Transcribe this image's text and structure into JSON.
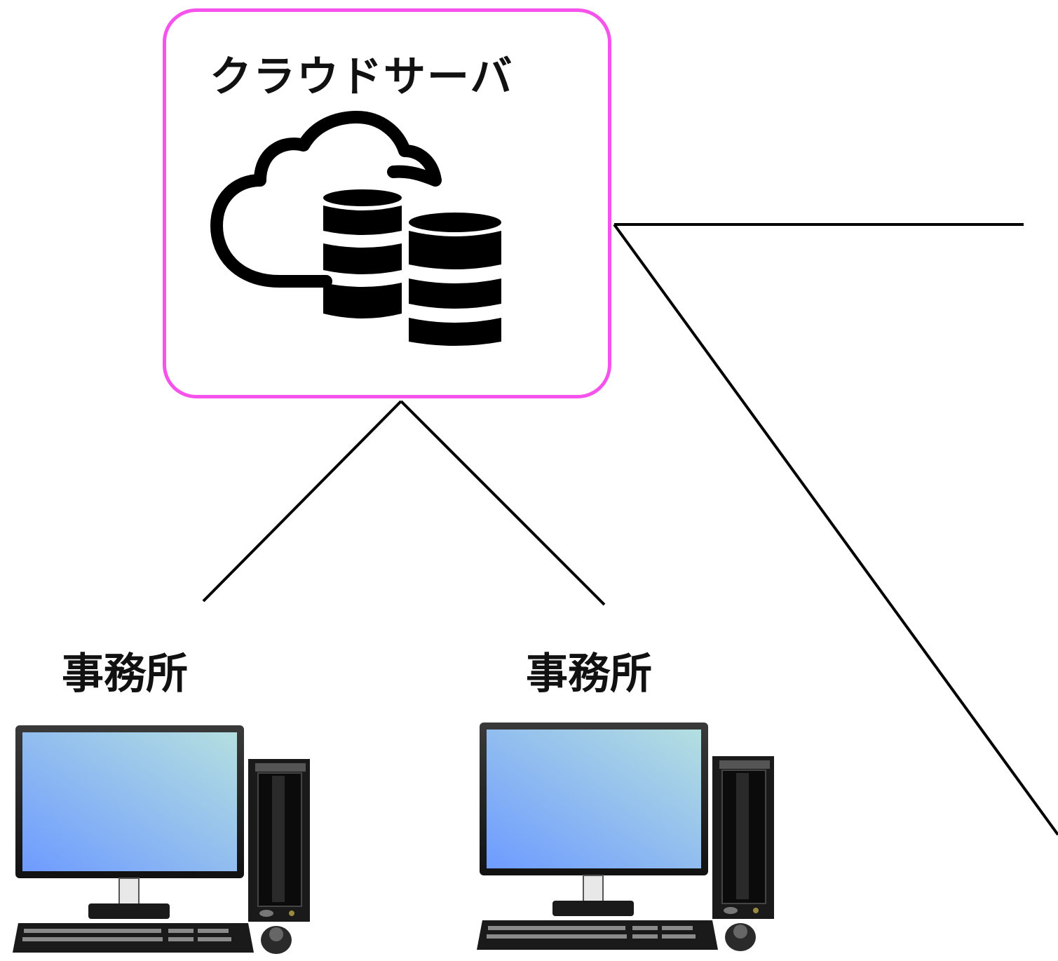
{
  "cloud_server": {
    "label": "クラウドサーバ",
    "icon": "cloud-database-icon",
    "border_color": "#f652ec"
  },
  "offices": [
    {
      "label": "事務所",
      "icon": "desktop-computer-icon"
    },
    {
      "label": "事務所",
      "icon": "desktop-computer-icon"
    }
  ],
  "colors": {
    "line": "#000000",
    "screen_gradient": [
      "#6e9bff",
      "#b4dfe0"
    ]
  }
}
